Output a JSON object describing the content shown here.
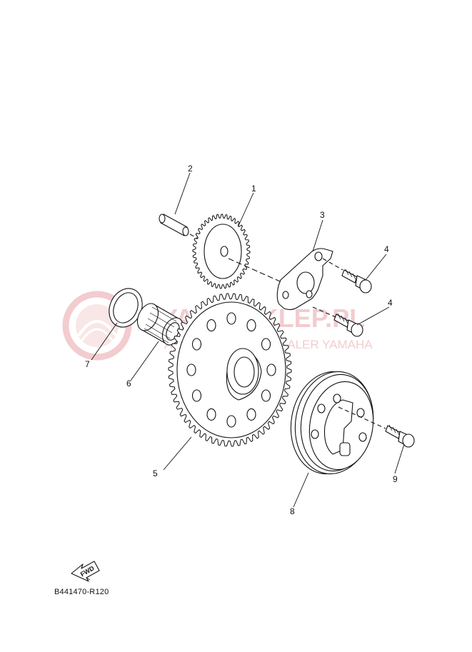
{
  "diagram": {
    "code": "B441470-R120",
    "fwd_label": "FWD",
    "callouts": [
      "1",
      "2",
      "3",
      "4",
      "4",
      "5",
      "6",
      "7",
      "8",
      "9"
    ]
  },
  "watermark": {
    "line1": "YAMA-SKLEP.PL",
    "line2": "AUTORYZOWANY DEALER YAMAHA",
    "color": "#e8a3a8"
  },
  "colors": {
    "ink": "#111111",
    "background": "#ffffff"
  }
}
